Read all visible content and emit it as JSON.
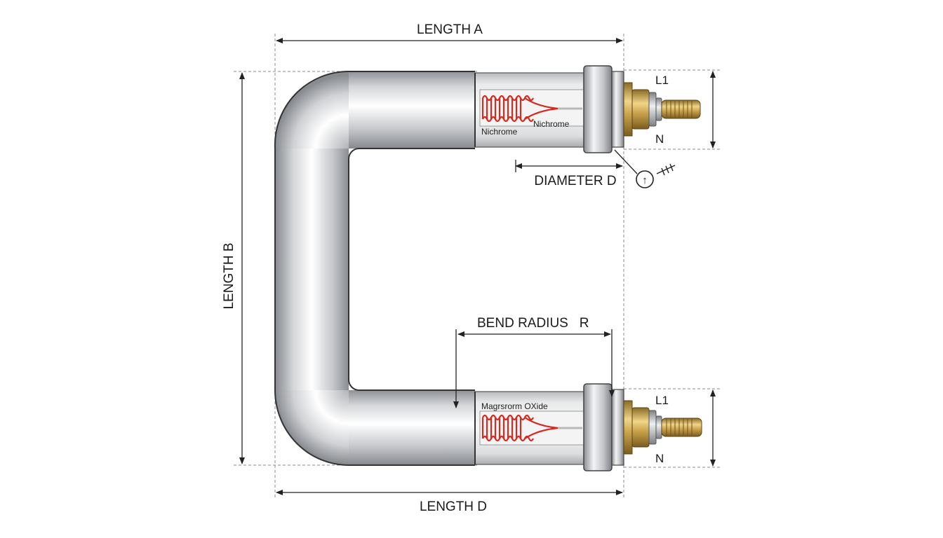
{
  "dimensions": {
    "length_a": "LENGTH A",
    "length_b": "LENGTH B",
    "length_d": "LENGTH D",
    "diameter_d": "DIAMETER D",
    "bend_radius": "BEND RADIUS   R"
  },
  "terminals": {
    "top_l1": "L1",
    "top_n": "N",
    "bottom_l1": "L1",
    "bottom_n": "N"
  },
  "inner_labels": {
    "top_left": "Nichrome",
    "top_right": "Nichrome",
    "bottom": "Magrsrorm  OXide"
  },
  "symbol": {
    "circle_glyph": "↑"
  },
  "colors": {
    "tube": "#c9cbcf",
    "coil": "#d42a1f",
    "brass": "#c8a04a",
    "dimension_line": "#222222"
  }
}
